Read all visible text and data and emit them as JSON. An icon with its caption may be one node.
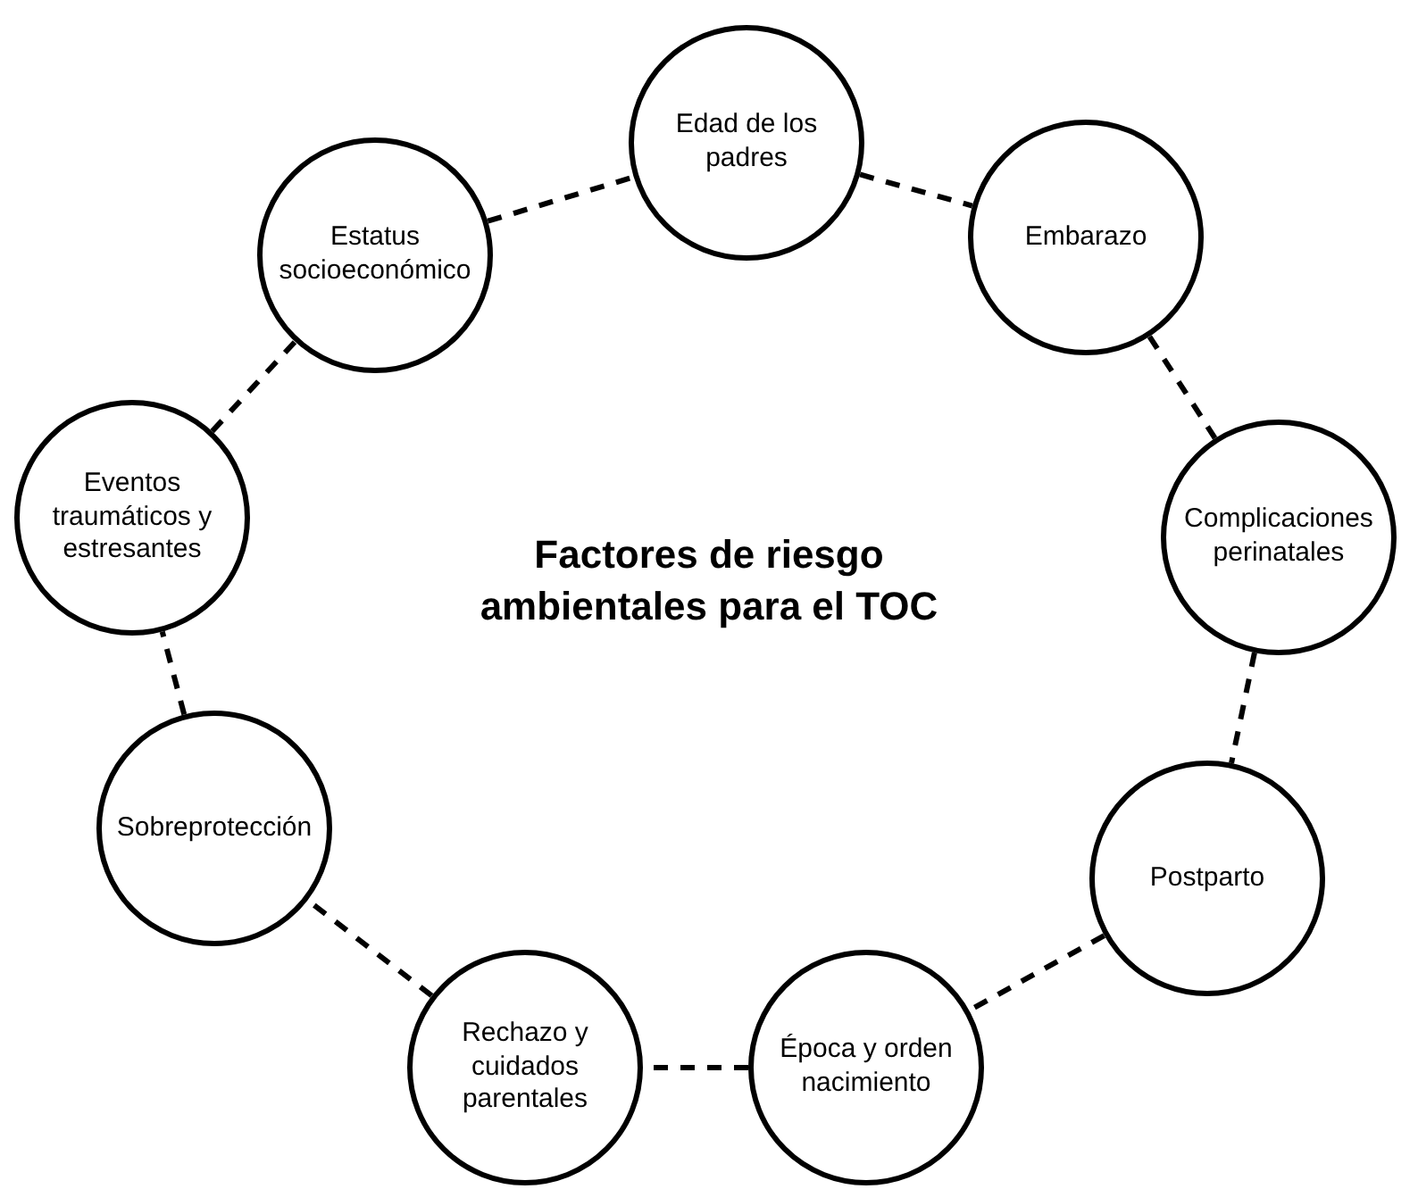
{
  "diagram": {
    "title": "Factores de riesgo ambientales para el TOC",
    "nodes": [
      {
        "text": [
          "Edad de los padres"
        ]
      },
      {
        "text": [
          "Embarazo"
        ]
      },
      {
        "text": [
          "Complicaciones perinatales"
        ]
      },
      {
        "text": [
          "Postparto"
        ]
      },
      {
        "text": [
          "Época y orden nacimiento"
        ]
      },
      {
        "text": [
          "Rechazo y cuidados parentales"
        ]
      },
      {
        "text": [
          "Sobreprotección"
        ]
      },
      {
        "text": [
          "Eventos traumáticos y estresantes"
        ]
      },
      {
        "text": [
          "Estatus socioeconómico"
        ]
      }
    ],
    "edges": [
      {
        "from": 0,
        "to": 1,
        "arrow": "none",
        "style": "dashed"
      },
      {
        "from": 1,
        "to": 2,
        "arrow": "none",
        "style": "dashed"
      },
      {
        "from": 2,
        "to": 3,
        "arrow": "none",
        "style": "dashed"
      },
      {
        "from": 3,
        "to": 4,
        "arrow": "none",
        "style": "dashed"
      },
      {
        "from": 4,
        "to": 5,
        "arrow": "none",
        "style": "dashed"
      },
      {
        "from": 5,
        "to": 6,
        "arrow": "none",
        "style": "dashed"
      },
      {
        "from": 6,
        "to": 7,
        "arrow": "none",
        "style": "dashed"
      },
      {
        "from": 7,
        "to": 8,
        "arrow": "none",
        "style": "dashed"
      },
      {
        "from": 8,
        "to": 0,
        "arrow": "none",
        "style": "dashed"
      }
    ]
  }
}
